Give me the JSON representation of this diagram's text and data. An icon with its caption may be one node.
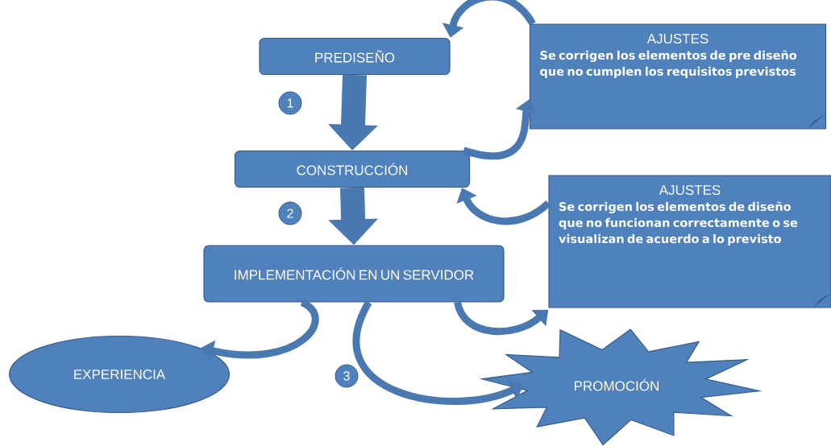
{
  "diagram": {
    "nodes": [
      {
        "text": [
          "PREDISEÑO"
        ]
      },
      {
        "text": [
          "CONSTRUCCIÓN"
        ]
      },
      {
        "text": [
          "IMPLEMENTACIÓN EN UN SERVIDOR"
        ]
      },
      {
        "text": [
          "AJUSTES",
          "Se corrigen los elementos de pre diseño que no cumplen los requisitos previstos"
        ]
      },
      {
        "text": [
          "AJUSTES",
          "Se corrigen los elementos de diseño que no funcionan correctamente o se visualizan de acuerdo a lo previsto"
        ]
      },
      {
        "text": [
          "EXPERIENCIA"
        ]
      },
      {
        "text": [
          "PROMOCIÓN"
        ]
      }
    ],
    "edges": [
      {
        "from": 0,
        "to": 1,
        "arrow": "to",
        "style": "thick"
      },
      {
        "from": 1,
        "to": 2,
        "arrow": "to",
        "style": "thick"
      },
      {
        "from": 1,
        "to": 3,
        "arrow": "to"
      },
      {
        "from": 3,
        "to": 0,
        "arrow": "to"
      },
      {
        "from": 4,
        "to": 1,
        "arrow": "to"
      },
      {
        "from": 2,
        "to": 4,
        "arrow": "to"
      },
      {
        "from": 2,
        "to": 5,
        "arrow": "to"
      },
      {
        "from": 2,
        "to": 6,
        "arrow": "to"
      }
    ],
    "labels": [
      "1",
      "2",
      "3"
    ]
  }
}
